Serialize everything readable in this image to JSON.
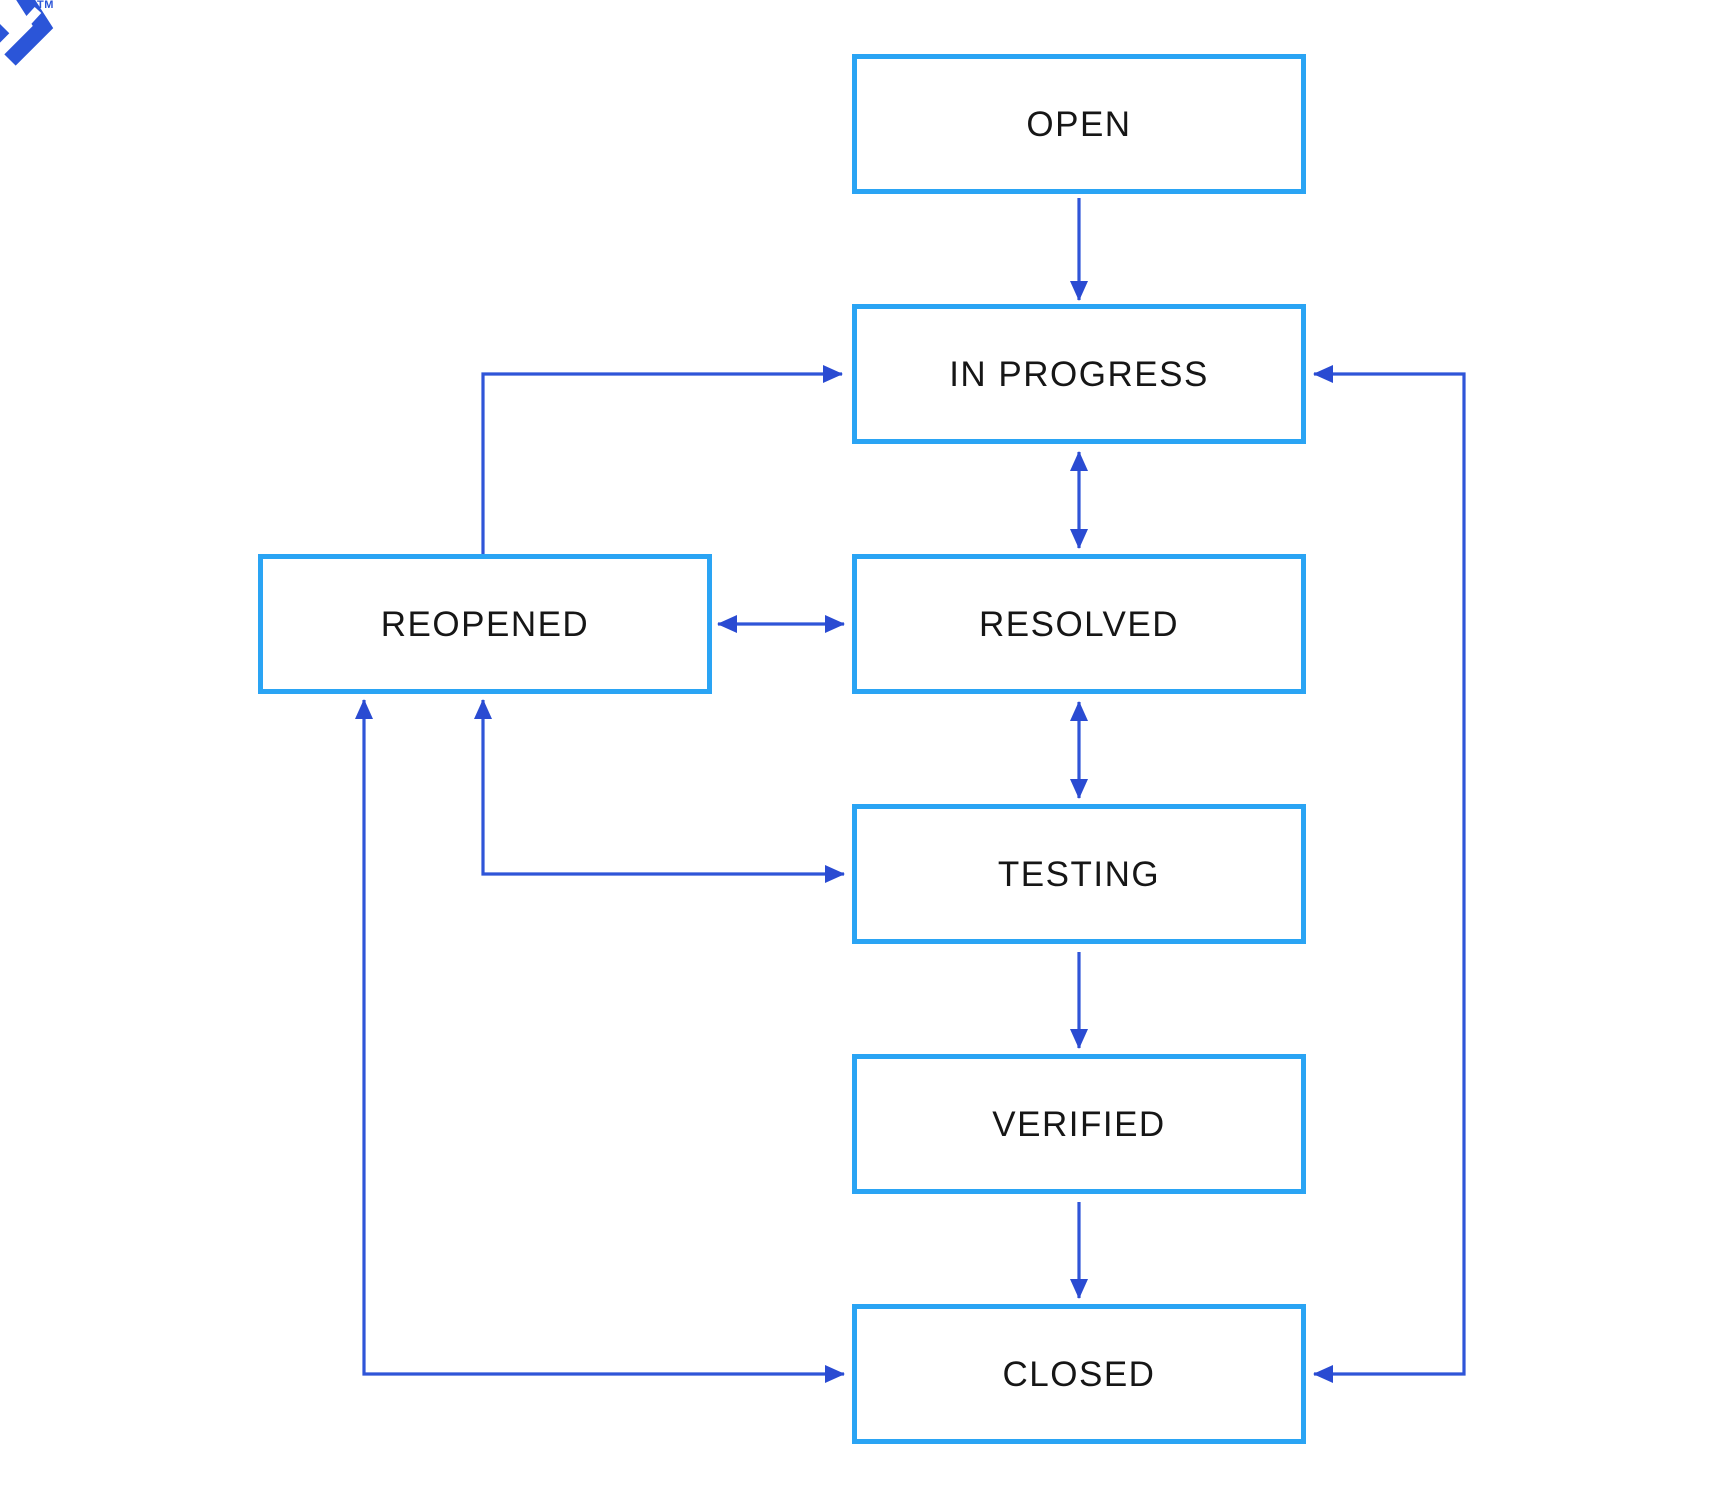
{
  "logo": {
    "trademark": "TM"
  },
  "diagram": {
    "type": "flowchart",
    "subject": "issue lifecycle states",
    "nodes": [
      {
        "id": "open",
        "label": "OPEN"
      },
      {
        "id": "in-progress",
        "label": "IN PROGRESS"
      },
      {
        "id": "resolved",
        "label": "RESOLVED"
      },
      {
        "id": "testing",
        "label": "TESTING"
      },
      {
        "id": "verified",
        "label": "VERIFIED"
      },
      {
        "id": "closed",
        "label": "CLOSED"
      },
      {
        "id": "reopened",
        "label": "REOPENED"
      }
    ],
    "edges": [
      {
        "from": "OPEN",
        "to": "IN PROGRESS",
        "bidirectional": false
      },
      {
        "from": "IN PROGRESS",
        "to": "RESOLVED",
        "bidirectional": true
      },
      {
        "from": "RESOLVED",
        "to": "TESTING",
        "bidirectional": true
      },
      {
        "from": "TESTING",
        "to": "VERIFIED",
        "bidirectional": false
      },
      {
        "from": "VERIFIED",
        "to": "CLOSED",
        "bidirectional": false
      },
      {
        "from": "REOPENED",
        "to": "IN PROGRESS",
        "bidirectional": false
      },
      {
        "from": "REOPENED",
        "to": "RESOLVED",
        "bidirectional": true
      },
      {
        "from": "REOPENED",
        "to": "TESTING",
        "bidirectional": true
      },
      {
        "from": "REOPENED",
        "to": "CLOSED",
        "bidirectional": true
      },
      {
        "from": "CLOSED",
        "to": "IN PROGRESS",
        "bidirectional": true
      }
    ],
    "colors": {
      "node_border": "#2AA4F4",
      "node_fill": "#FFFFFF",
      "arrow_line": "#2F55D8",
      "arrow_head": "#2A4BD2",
      "logo_blue": "#2B55D8",
      "text": "#161616",
      "background": "#FFFFFF"
    }
  }
}
